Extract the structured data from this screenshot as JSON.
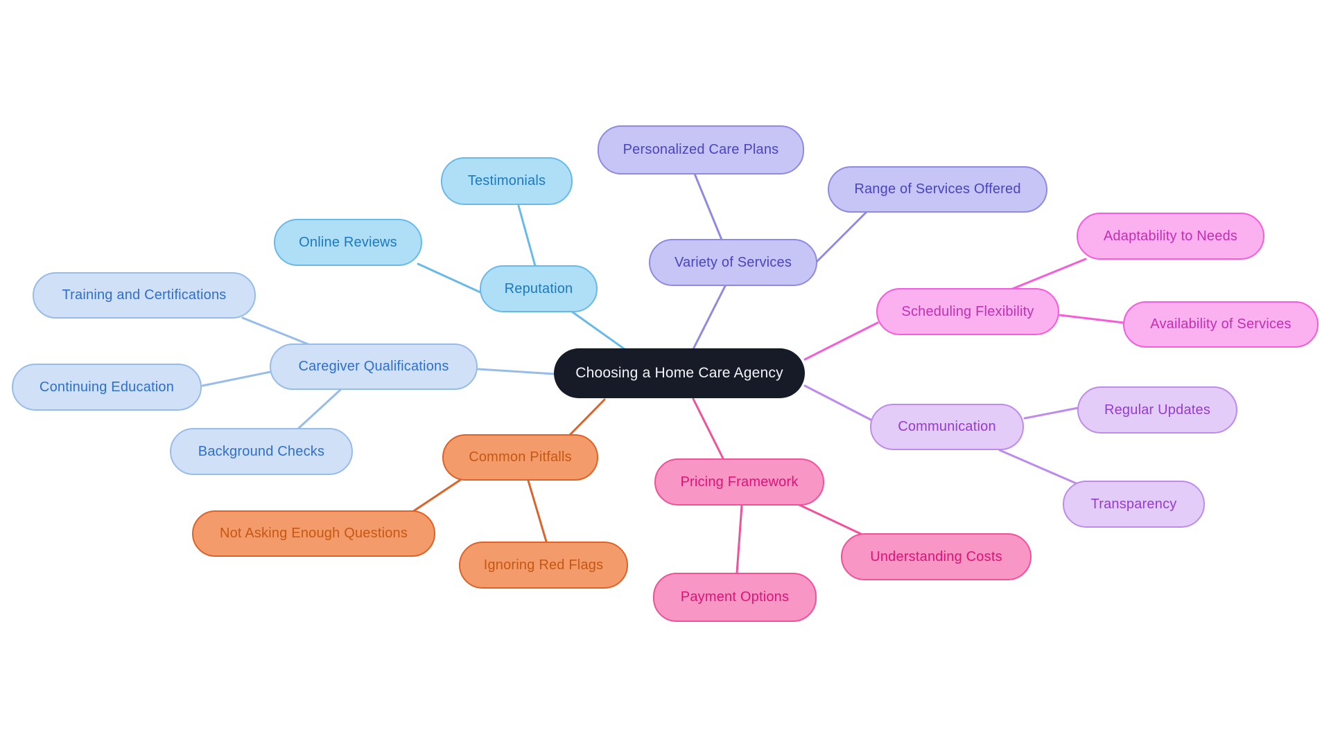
{
  "canvas": {
    "background": "#ffffff"
  },
  "mindmap": {
    "root": {
      "label": "Choosing a Home Care Agency",
      "fill": "#161b27",
      "text_color": "#f3f5f9"
    },
    "branches": [
      {
        "label": "Reputation",
        "fill": "#aedff7",
        "border": "#69b9e8",
        "text_color": "#1b78c3",
        "children": [
          {
            "label": "Testimonials"
          },
          {
            "label": "Online Reviews"
          }
        ]
      },
      {
        "label": "Caregiver Qualifications",
        "fill": "#cfe0f7",
        "border": "#97bcea",
        "text_color": "#2e6fce",
        "children": [
          {
            "label": "Training and Certifications"
          },
          {
            "label": "Continuing Education"
          },
          {
            "label": "Background Checks"
          }
        ]
      },
      {
        "label": "Variety of Services",
        "fill": "#c7c5f6",
        "border": "#8e8ae3",
        "text_color": "#4b43c0",
        "children": [
          {
            "label": "Personalized Care Plans"
          },
          {
            "label": "Range of Services Offered"
          }
        ]
      },
      {
        "label": "Scheduling Flexibility",
        "fill": "#fbb0ef",
        "border": "#f55cd9",
        "text_color": "#c32fb0",
        "children": [
          {
            "label": "Adaptability to Needs"
          },
          {
            "label": "Availability of Services"
          }
        ]
      },
      {
        "label": "Communication",
        "fill": "#e4ccf9",
        "border": "#bd8bec",
        "text_color": "#9539d9",
        "children": [
          {
            "label": "Regular Updates"
          },
          {
            "label": "Transparency"
          }
        ]
      },
      {
        "label": "Pricing Framework",
        "fill": "#f896c6",
        "border": "#f1509a",
        "text_color": "#e01277",
        "children": [
          {
            "label": "Understanding Costs"
          },
          {
            "label": "Payment Options"
          }
        ]
      },
      {
        "label": "Common Pitfalls",
        "fill": "#f39b6b",
        "border": "#dd6227",
        "text_color": "#c65711",
        "children": [
          {
            "label": "Not Asking Enough Questions"
          },
          {
            "label": "Ignoring Red Flags"
          }
        ]
      }
    ]
  }
}
